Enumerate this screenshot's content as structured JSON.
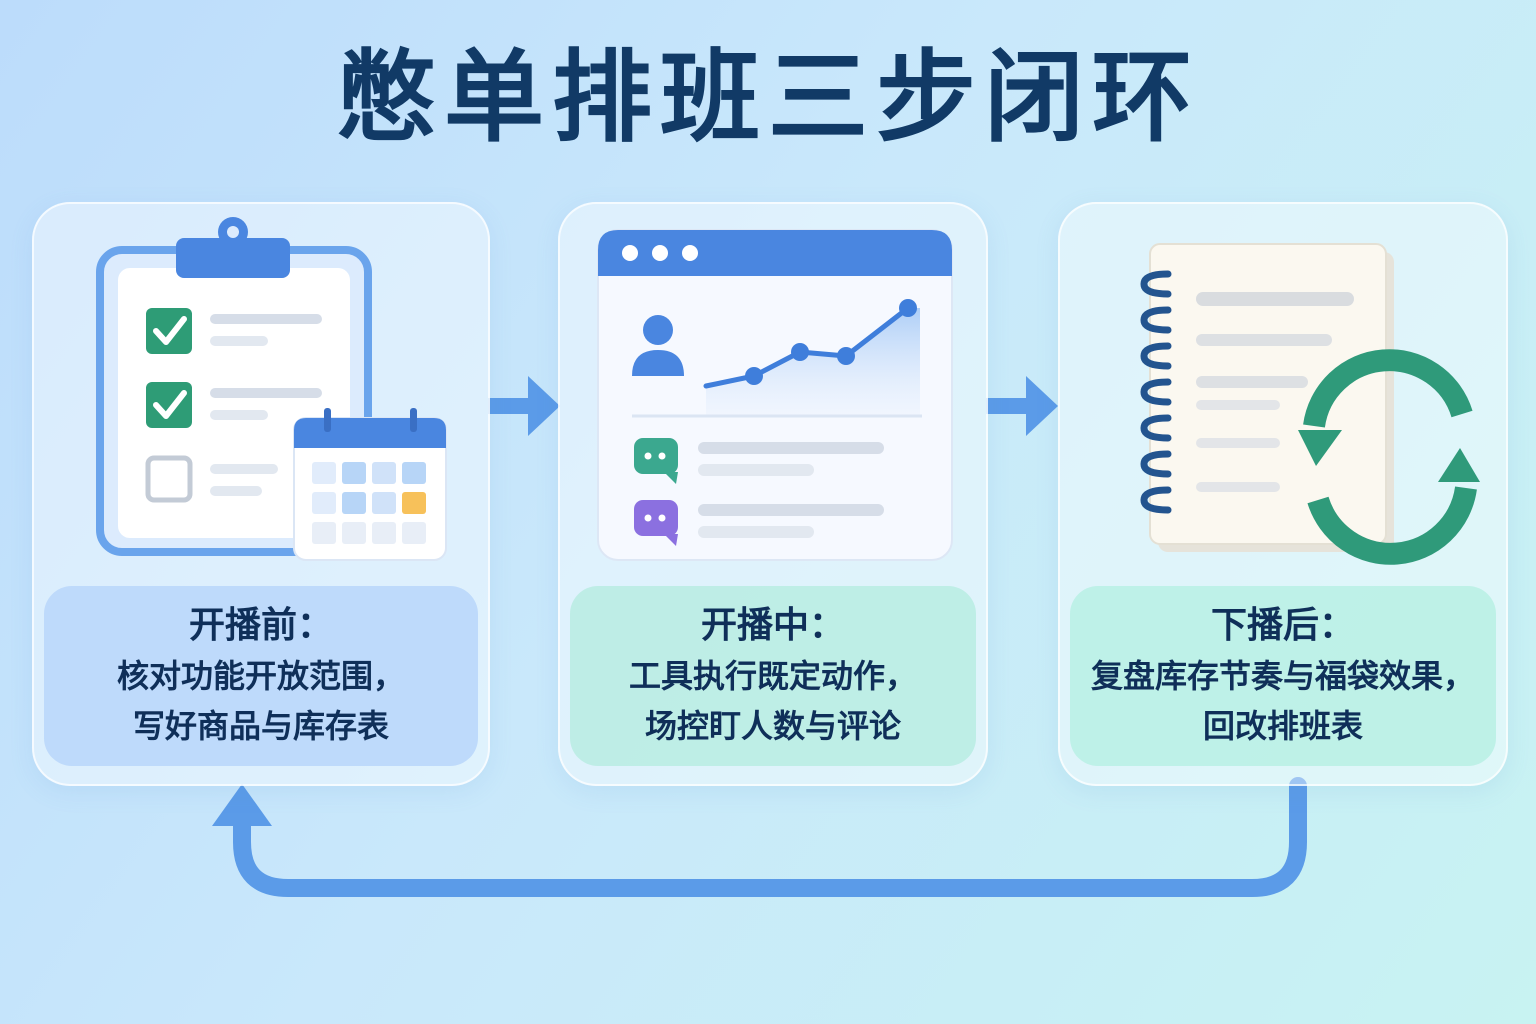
{
  "title": "憋单排班三步闭环",
  "steps": [
    {
      "heading": "开播前：",
      "line1": "核对功能开放范围，",
      "line2": "写好商品与库存表"
    },
    {
      "heading": "开播中：",
      "line1": "工具执行既定动作，",
      "line2": "场控盯人数与评论"
    },
    {
      "heading": "下播后：",
      "line1": "复盘库存节奏与福袋效果，",
      "line2": "回改排班表"
    }
  ],
  "icons": {
    "step1": [
      "clipboard-checklist-icon",
      "calendar-icon"
    ],
    "step2": [
      "dashboard-window-icon",
      "user-icon",
      "line-chart-icon",
      "chat-bubble-icon"
    ],
    "step3": [
      "notebook-icon",
      "refresh-cycle-icon"
    ],
    "flow": [
      "arrow-right-icon",
      "arrow-right-icon",
      "loop-back-arrow-icon"
    ]
  },
  "colors": {
    "title": "#113a66",
    "caption_text": "#0f2f59",
    "arrow": "#5b9be8",
    "check_green": "#2e9c76",
    "cycle_green": "#2f9a7a",
    "window_header": "#4a86e0",
    "calendar_highlight": "#f7c15a"
  }
}
